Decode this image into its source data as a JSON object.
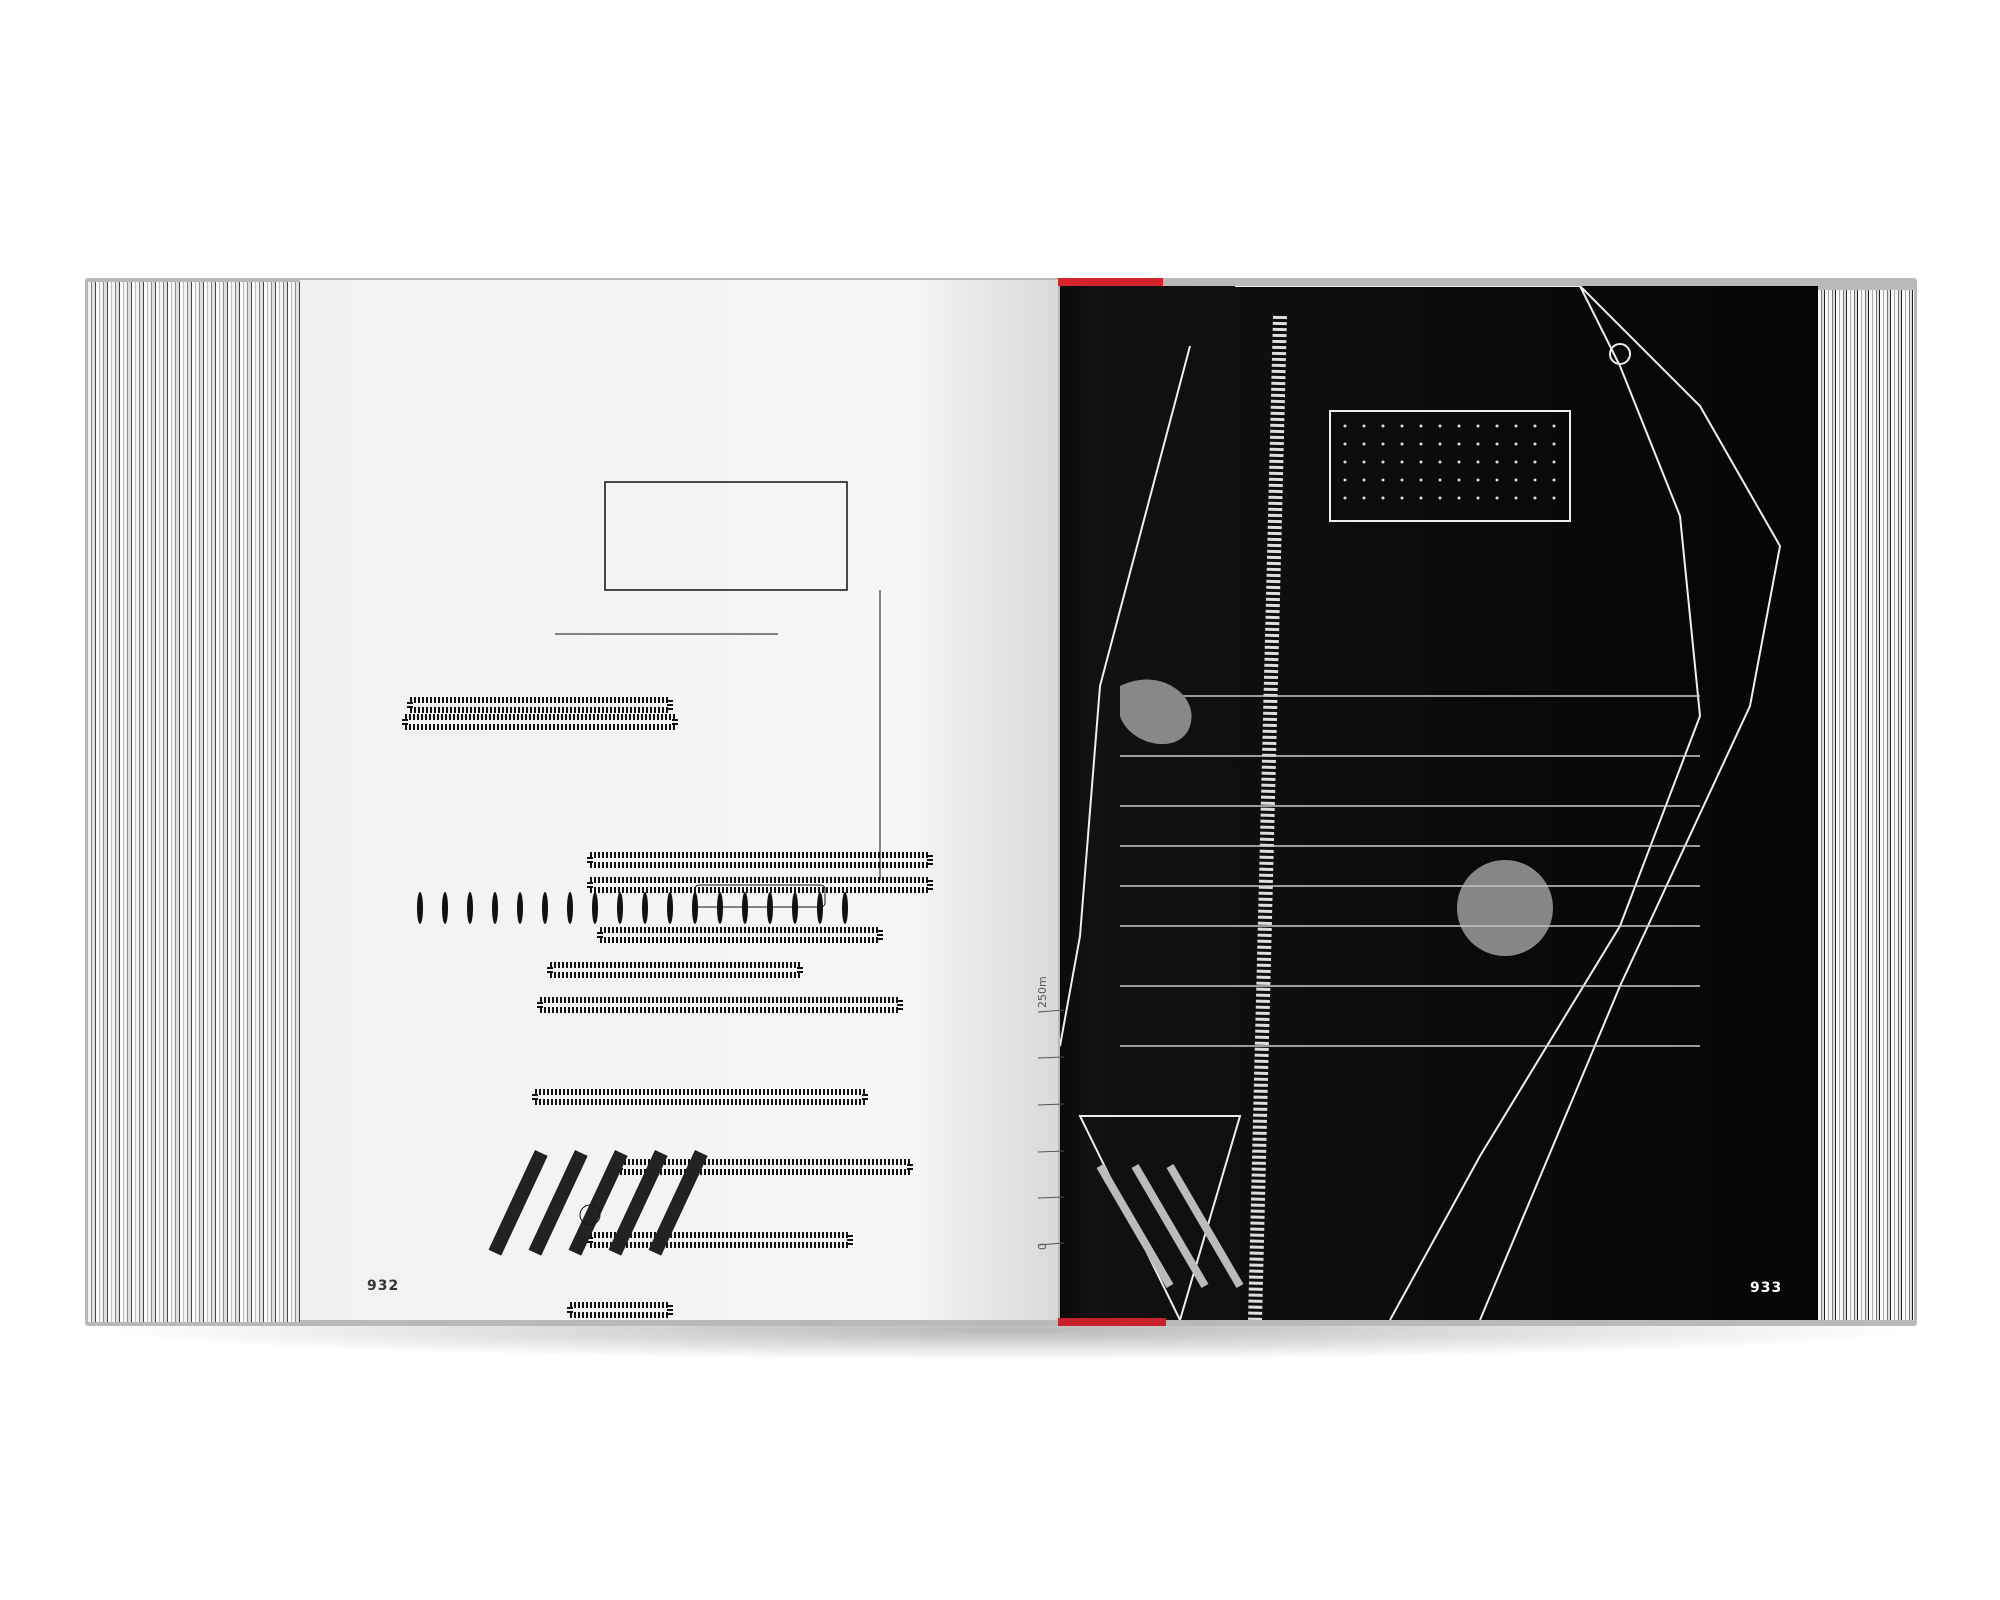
{
  "book": {
    "left_page": {
      "page_number": "932"
    },
    "right_page": {
      "page_number": "933"
    },
    "scale_bar": {
      "top_label": "250m",
      "bottom_label": "0"
    },
    "colors": {
      "ribbon": "#d4232b",
      "right_page_bg": "#0a0a0a",
      "left_page_bg": "#f3f3f3"
    }
  }
}
